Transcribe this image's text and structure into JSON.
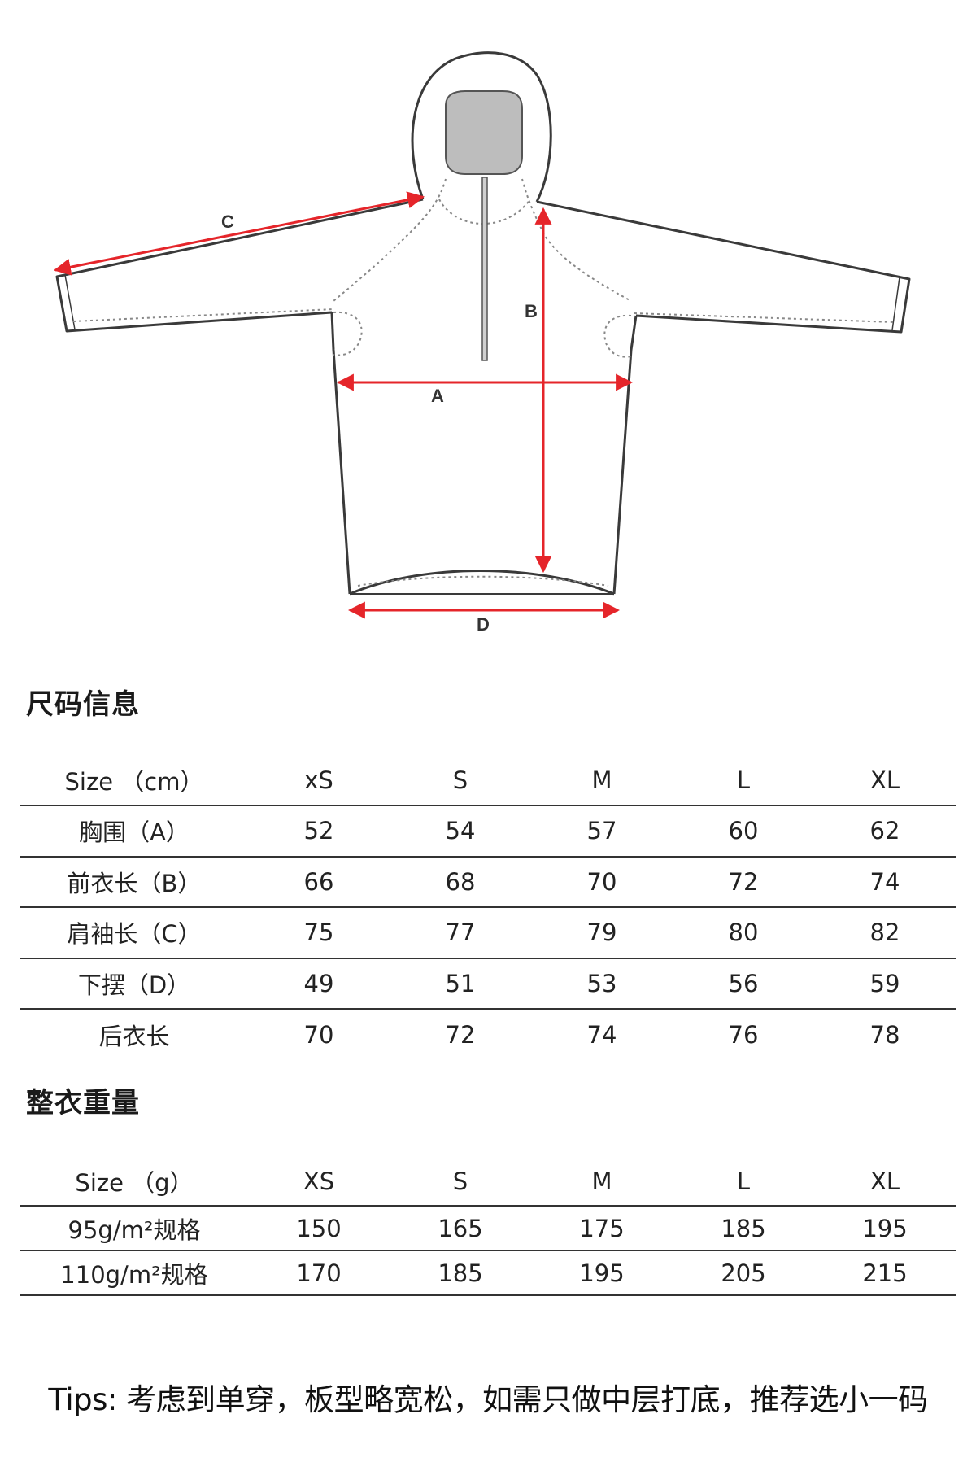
{
  "diagram": {
    "labels": {
      "a": "A",
      "b": "B",
      "c": "C",
      "d": "D"
    },
    "colors": {
      "outline": "#3a3a3a",
      "arrow": "#e5252a",
      "hood": "#bdbdbd"
    }
  },
  "size_section": {
    "title": "尺码信息",
    "headers": [
      "Size （cm）",
      "xS",
      "S",
      "M",
      "L",
      "XL"
    ],
    "rows": [
      [
        "胸围（A）",
        "52",
        "54",
        "57",
        "60",
        "62"
      ],
      [
        "前衣长（B）",
        "66",
        "68",
        "70",
        "72",
        "74"
      ],
      [
        "肩袖长（C）",
        "75",
        "77",
        "79",
        "80",
        "82"
      ],
      [
        "下摆（D）",
        "49",
        "51",
        "53",
        "56",
        "59"
      ],
      [
        "后衣长",
        "70",
        "72",
        "74",
        "76",
        "78"
      ]
    ]
  },
  "weight_section": {
    "title": "整衣重量",
    "headers": [
      "Size （g）",
      "XS",
      "S",
      "M",
      "L",
      "XL"
    ],
    "rows": [
      [
        "95g/m²规格",
        "150",
        "165",
        "175",
        "185",
        "195"
      ],
      [
        "110g/m²规格",
        "170",
        "185",
        "195",
        "205",
        "215"
      ]
    ]
  },
  "tips": "Tips:  考虑到单穿，板型略宽松，如需只做中层打底，推荐选小一码"
}
